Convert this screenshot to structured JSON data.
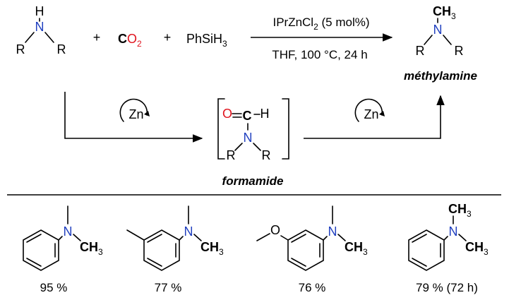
{
  "reaction": {
    "reactants": {
      "amine": {
        "h": "H",
        "n": "N",
        "r_left": "R",
        "r_right": "R"
      },
      "plus1": "+",
      "co2": {
        "c": "C",
        "o": "O",
        "sub": "2"
      },
      "plus2": "+",
      "silane": {
        "main": "PhSiH",
        "sub": "3"
      }
    },
    "catalyst": {
      "main": "IPrZnCl",
      "sub": "2",
      "rest": " (5 mol%)"
    },
    "conditions": "THF, 100 °C, 24 h",
    "product": {
      "ch": "CH",
      "sub": "3",
      "n": "N",
      "r_left": "R",
      "r_right": "R",
      "label": "méthylamine"
    },
    "cycle_metal_left": "Zn",
    "cycle_metal_right": "Zn",
    "intermediate": {
      "o": "O",
      "c": "C",
      "h": "H",
      "n": "N",
      "r_left": "R",
      "r_right": "R",
      "label": "formamide"
    }
  },
  "examples": [
    {
      "n": "N",
      "ch": "CH",
      "sub": "3",
      "yield": "95 %"
    },
    {
      "n": "N",
      "ch": "CH",
      "sub": "3",
      "yield": "77 %"
    },
    {
      "n": "N",
      "ch": "CH",
      "sub": "3",
      "o": "O",
      "yield": "76 %"
    },
    {
      "n": "N",
      "ch_top": "CH",
      "sub_top": "3",
      "ch": "CH",
      "sub": "3",
      "yield": "79 % (72 h)"
    }
  ],
  "colors": {
    "nitrogen": "#1f3fbf",
    "oxygen": "#e0141e",
    "bond": "#000000"
  }
}
